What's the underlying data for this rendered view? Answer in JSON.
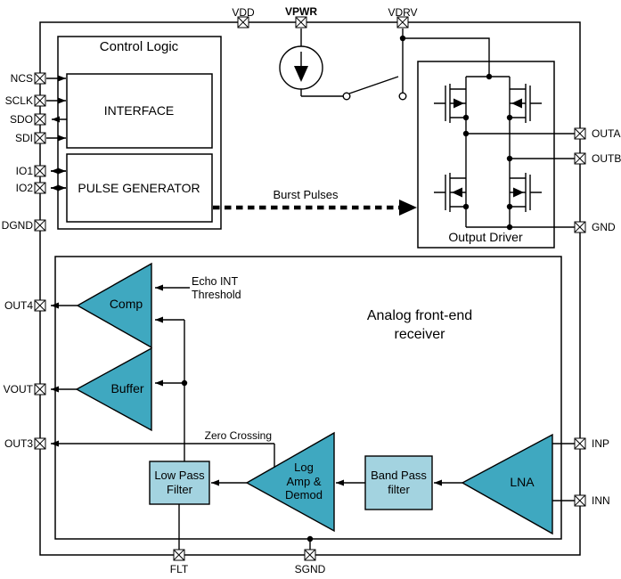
{
  "pins": {
    "top": [
      "VDD",
      "VPWR",
      "VDRV"
    ],
    "left": [
      "NCS",
      "SCLK",
      "SDO",
      "SDI",
      "IO1",
      "IO2",
      "DGND",
      "OUT4",
      "VOUT",
      "OUT3"
    ],
    "right": [
      "OUTA",
      "OUTB",
      "GND",
      "INP",
      "INN"
    ],
    "bottom": [
      "FLT",
      "SGND"
    ]
  },
  "blocks": {
    "control_logic": "Control Logic",
    "interface": "INTERFACE",
    "pulse_generator": "PULSE GENERATOR",
    "output_driver": "Output Driver",
    "afe_receiver": "Analog front-end\nreceiver",
    "comp": "Comp",
    "buffer": "Buffer",
    "log_amp_demod": "Log\nAmp &\nDemod",
    "lna": "LNA",
    "low_pass_filter": "Low Pass\nFilter",
    "band_pass_filter": "Band Pass\nfilter"
  },
  "annotations": {
    "burst_pulses": "Burst Pulses",
    "echo_int_threshold": "Echo INT\nThreshold",
    "zero_crossing": "Zero Crossing"
  },
  "colors": {
    "teal": "#3FA8C0",
    "light_teal": "#A3D3E0",
    "line": "#000000"
  }
}
